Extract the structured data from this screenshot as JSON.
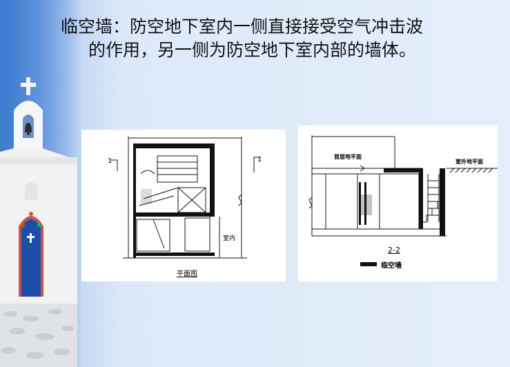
{
  "slide": {
    "title_line1": "临空墙：防空地下室内一侧直接接受空气冲击波",
    "title_line2": "的作用，另一侧为防空地下室内部的墙体。"
  },
  "plan_drawing": {
    "section_mark_left": "1",
    "section_mark_right": "1",
    "room_label": "室内",
    "caption": "平面图"
  },
  "section_drawing": {
    "floor_label": "首层地平面",
    "outdoor_label": "室外地平面",
    "caption": "2-2",
    "legend_label": "临空墙"
  },
  "colors": {
    "background_light": "#e4eefb",
    "background_edge": "#5a8fd6",
    "door_blue": "#1e4fa8"
  }
}
